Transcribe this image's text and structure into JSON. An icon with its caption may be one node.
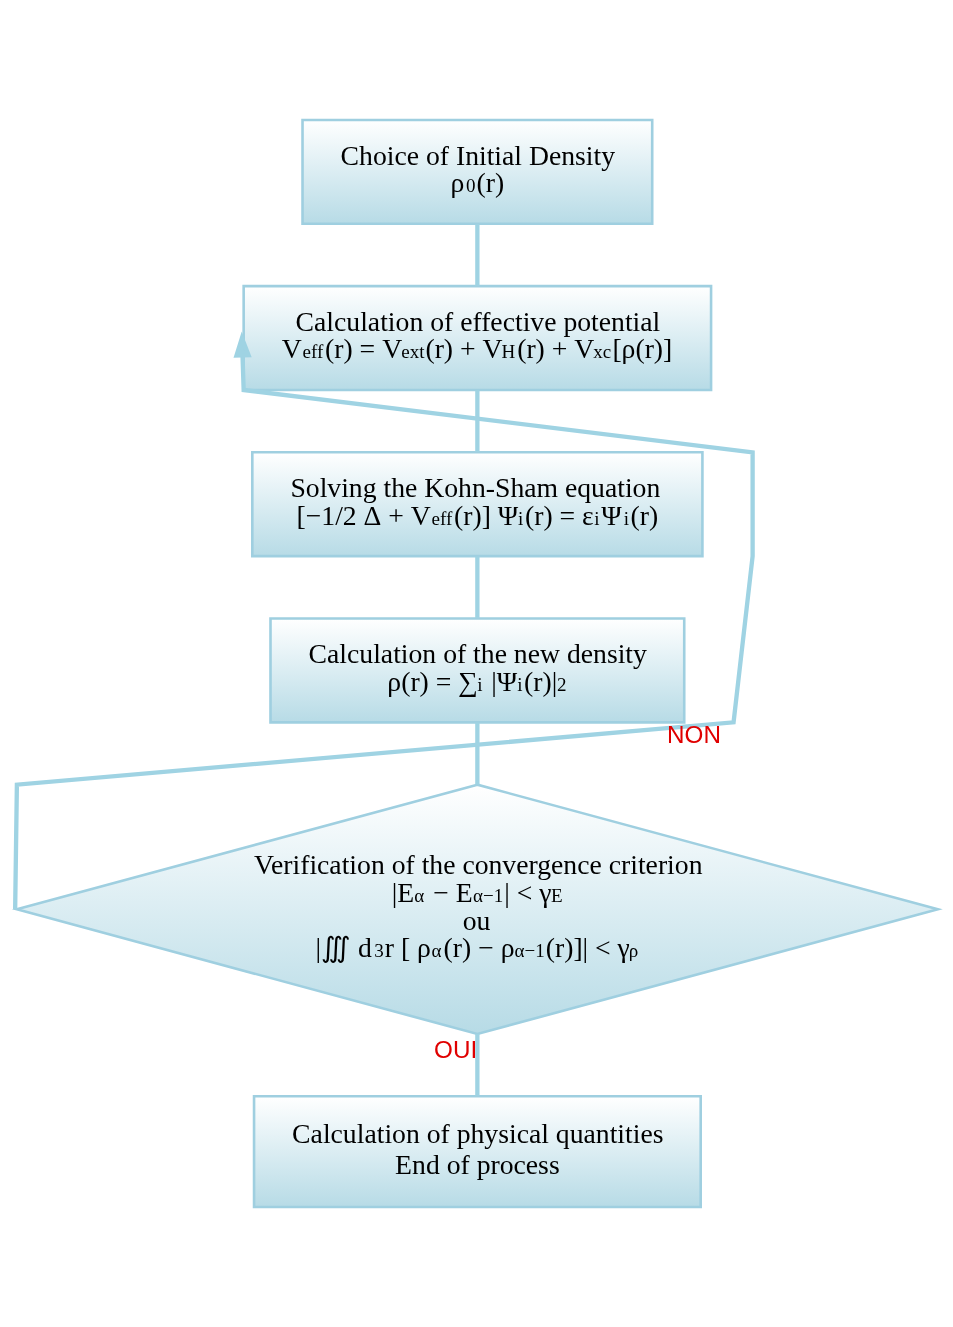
{
  "diagram": {
    "nodes": [
      {
        "text": [
          "Choice of Initial Density",
          "ρ$_{0}$(r)"
        ]
      },
      {
        "text": [
          "Calculation of effective potential",
          "V$_{eff}$(r) = V$_{ext}$(r) + V$_{H}$(r) + V$_{xc}$[ρ(r)]"
        ]
      },
      {
        "text": [
          "Solving the Kohn-Sham equation",
          "[−1/2 Δ + V$_{eff}$(r)] Ψ$_{i}$(r) = ε$_{i}$Ψ$_{i}$(r)"
        ]
      },
      {
        "text": [
          "Calculation of the new density",
          "ρ(r) = ∑$_{i}$ |Ψ$_{i}$(r)|$^{2}$"
        ]
      },
      {
        "text": [
          "Verification of the convergence criterion",
          "|E$_{α}$ − E$_{α−1}$| < γ$_{E}$",
          "ou",
          "|∭ d$^{3}$r [ ρ$_{α}$(r) − ρ$_{α−1}$(r)]| < γ$_{ρ}$"
        ]
      },
      {
        "text": [
          "Calculation of physical quantities",
          "End of process"
        ]
      }
    ],
    "edges": [
      {
        "from": 0,
        "to": 1,
        "arrow": "none"
      },
      {
        "from": 1,
        "to": 2,
        "arrow": "none"
      },
      {
        "from": 2,
        "to": 3,
        "arrow": "none"
      },
      {
        "from": 3,
        "to": 4,
        "arrow": "none"
      },
      {
        "from": 4,
        "to": 1,
        "arrow": "to",
        "label": "NON"
      },
      {
        "from": 4,
        "to": 5,
        "arrow": "none",
        "label": "OUI"
      }
    ]
  }
}
